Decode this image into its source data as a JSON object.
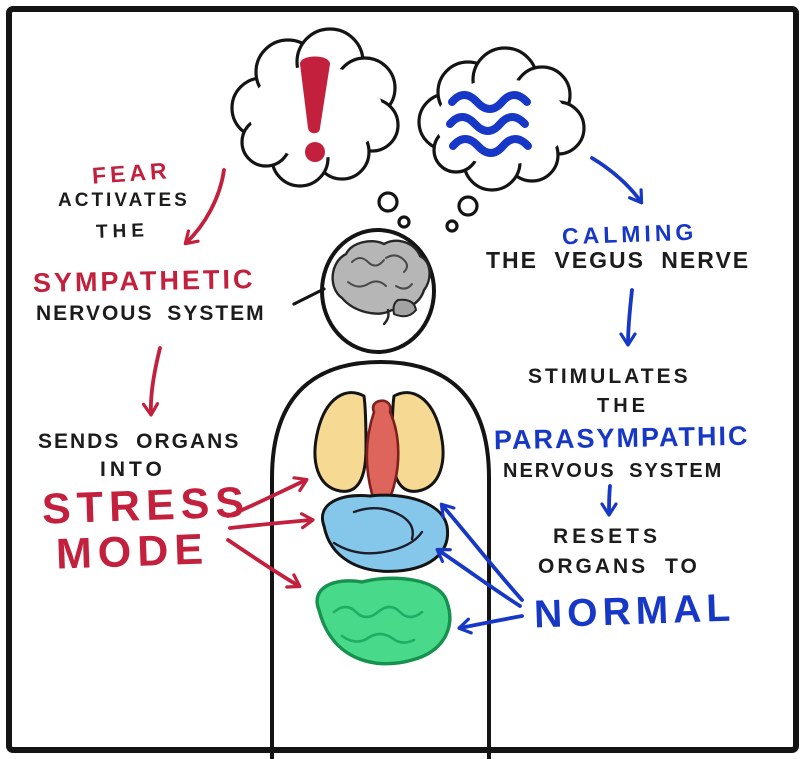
{
  "palette": {
    "red": "#c2203c",
    "blue": "#1738c6",
    "ink": "#141414",
    "lung": "#f6d992",
    "heart": "#de655b",
    "stomach": "#84c7ea",
    "intestine": "#49d98b",
    "intestine_outline": "#15924e",
    "brain": "#b6b6b6"
  },
  "thoughts": {
    "left_icon": "exclamation-mark",
    "right_icon": "calm-water-waves"
  },
  "left": {
    "fear": "FEAR",
    "activates": "ACTIVATES",
    "the": "THE",
    "sympathetic": "SYMPATHETIC",
    "nervous_system": "NERVOUS SYSTEM",
    "sends_organs": "SENDS ORGANS",
    "into": "INTO",
    "stress": "STRESS",
    "mode": "MODE"
  },
  "right": {
    "calming": "CALMING",
    "the_vegus_nerve": "THE VEGUS NERVE",
    "stimulates": "STIMULATES",
    "the": "THE",
    "parasympathic": "PARASYMPATHIC",
    "nervous_system": "NERVOUS SYSTEM",
    "resets": "RESETS",
    "organs_to": "ORGANS TO",
    "normal": "NORMAL"
  }
}
